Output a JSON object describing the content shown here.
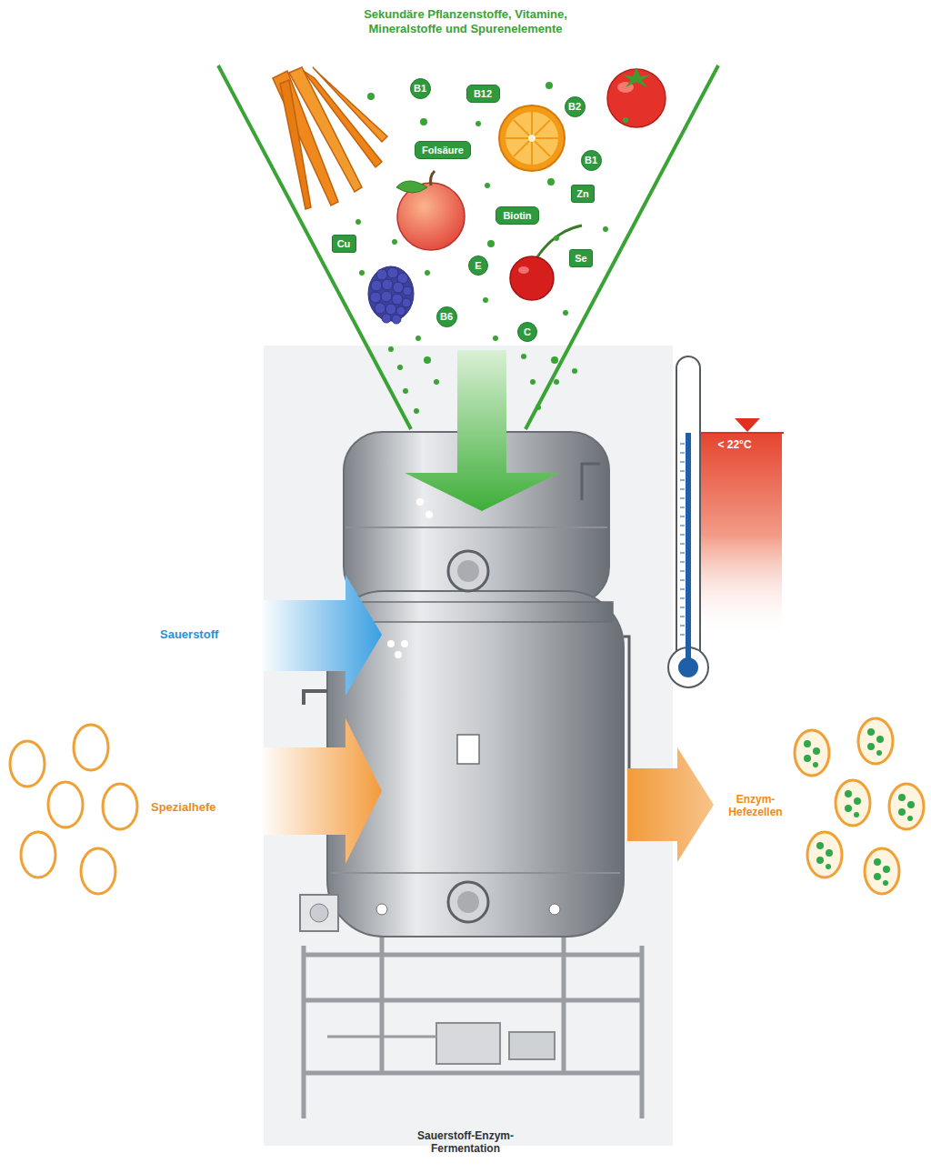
{
  "diagram": {
    "title": "Sekundäre Pflanzenstoffe, Vitamine, Mineralstoffe und Spurenelemente",
    "caption": "Sauerstoff-Enzym- Fermentation",
    "nodes": [
      {
        "text": [
          "B1"
        ]
      },
      {
        "text": [
          "B12"
        ]
      },
      {
        "text": [
          "B2"
        ]
      },
      {
        "text": [
          "Folsäure"
        ]
      },
      {
        "text": [
          "B1"
        ]
      },
      {
        "text": [
          "Zn"
        ]
      },
      {
        "text": [
          "Biotin"
        ]
      },
      {
        "text": [
          "Cu"
        ]
      },
      {
        "text": [
          "Se"
        ]
      },
      {
        "text": [
          "E"
        ]
      },
      {
        "text": [
          "B6"
        ]
      },
      {
        "text": [
          "C"
        ]
      }
    ],
    "labels": [
      "< 22°C",
      "Sauerstoff",
      "Spezialhefe",
      "Enzym- Hefezellen"
    ]
  }
}
